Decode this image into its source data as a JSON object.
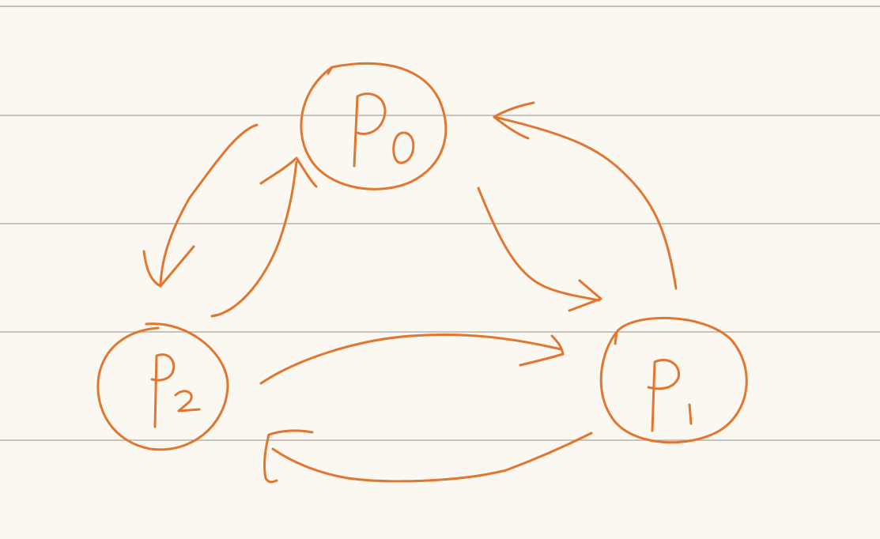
{
  "ink_color": "#e2762f",
  "ruled_line_color": "#a8a6a3",
  "paper_color": "#fbf7f1",
  "nodes": [
    {
      "id": "p0",
      "label": "P",
      "subscript": "0"
    },
    {
      "id": "p1",
      "label": "P",
      "subscript": "1"
    },
    {
      "id": "p2",
      "label": "P",
      "subscript": "2"
    }
  ],
  "edges": [
    {
      "from": "p0",
      "to": "p1"
    },
    {
      "from": "p1",
      "to": "p0"
    },
    {
      "from": "p0",
      "to": "p2"
    },
    {
      "from": "p2",
      "to": "p0"
    },
    {
      "from": "p2",
      "to": "p1"
    },
    {
      "from": "p1",
      "to": "p2"
    }
  ]
}
